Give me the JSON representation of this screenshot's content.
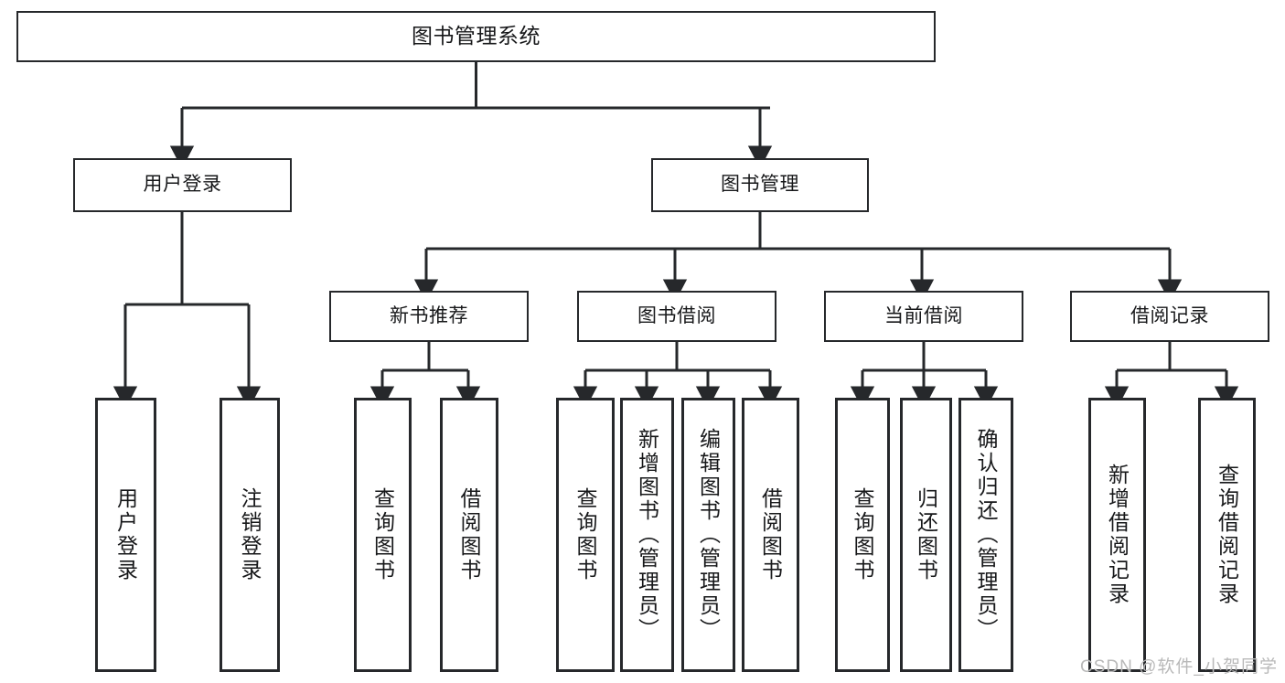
{
  "diagram": {
    "title": "图书管理系统",
    "type": "tree",
    "background": "#ffffff",
    "line_color": "#26282b",
    "box_fill": "#ffffff",
    "watermark": "CSDN @软件_小贺同学",
    "levels": {
      "root": {
        "label": "图书管理系统"
      },
      "level2": [
        {
          "id": "user-login",
          "label": "用户登录"
        },
        {
          "id": "book-manage",
          "label": "图书管理"
        }
      ],
      "level3": [
        {
          "id": "new-book-rec",
          "label": "新书推荐",
          "parent": "book-manage"
        },
        {
          "id": "book-borrow",
          "label": "图书借阅",
          "parent": "book-manage"
        },
        {
          "id": "current-borrow",
          "label": "当前借阅",
          "parent": "book-manage"
        },
        {
          "id": "borrow-record",
          "label": "借阅记录",
          "parent": "book-manage"
        }
      ],
      "leaves": [
        {
          "id": "leaf-user-login",
          "label": "用户登录",
          "parent": "user-login"
        },
        {
          "id": "leaf-logout",
          "label": "注销登录",
          "parent": "user-login"
        },
        {
          "id": "leaf-query-book-1",
          "label": "查询图书",
          "parent": "new-book-rec"
        },
        {
          "id": "leaf-borrow-book-1",
          "label": "借阅图书",
          "parent": "new-book-rec"
        },
        {
          "id": "leaf-query-book-2",
          "label": "查询图书",
          "parent": "book-borrow"
        },
        {
          "id": "leaf-add-book",
          "label": "新增图书（管理员）",
          "parent": "book-borrow"
        },
        {
          "id": "leaf-edit-book",
          "label": "编辑图书（管理员）",
          "parent": "book-borrow"
        },
        {
          "id": "leaf-borrow-book-2",
          "label": "借阅图书",
          "parent": "book-borrow"
        },
        {
          "id": "leaf-query-book-3",
          "label": "查询图书",
          "parent": "current-borrow"
        },
        {
          "id": "leaf-return-book",
          "label": "归还图书",
          "parent": "current-borrow"
        },
        {
          "id": "leaf-confirm-return",
          "label": "确认归还（管理员）",
          "parent": "current-borrow"
        },
        {
          "id": "leaf-add-record",
          "label": "新增借阅记录",
          "parent": "borrow-record"
        },
        {
          "id": "leaf-query-record",
          "label": "查询借阅记录",
          "parent": "borrow-record"
        }
      ]
    }
  }
}
